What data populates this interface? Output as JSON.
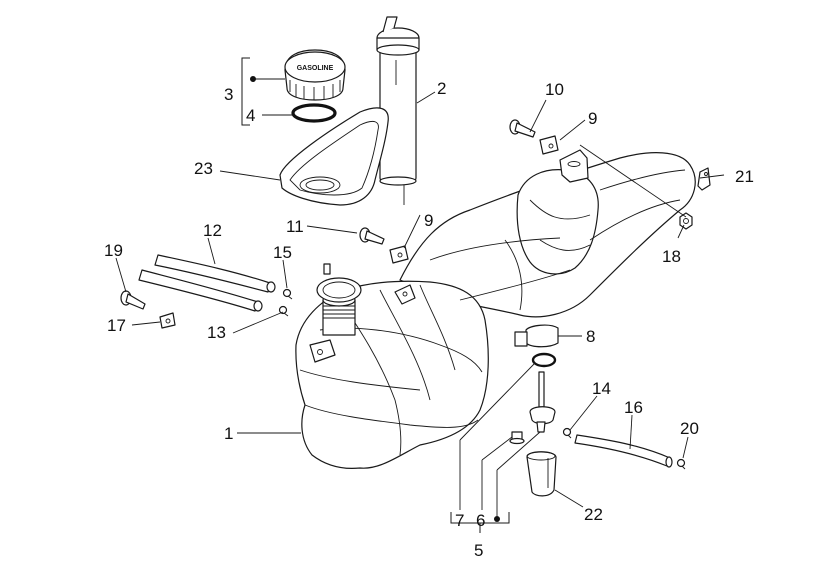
{
  "diagram": {
    "title": "Fuel tank exploded parts diagram",
    "cap_text": "GASOLINE",
    "callouts": [
      {
        "id": "c1",
        "label": "1",
        "part": "fuel-tank"
      },
      {
        "id": "c2",
        "label": "2",
        "part": "filler-tube"
      },
      {
        "id": "c3",
        "label": "3",
        "part": "fuel-cap-assembly"
      },
      {
        "id": "c4",
        "label": "4",
        "part": "cap-seal-ring"
      },
      {
        "id": "c5",
        "label": "5",
        "part": "fuel-tap-assembly"
      },
      {
        "id": "c6",
        "label": "6",
        "part": "fuel-filter-plug"
      },
      {
        "id": "c7",
        "label": "7",
        "part": "tap-o-ring"
      },
      {
        "id": "c8",
        "label": "8",
        "part": "hose-clamp"
      },
      {
        "id": "c9a",
        "label": "9",
        "part": "clip-nut-rear"
      },
      {
        "id": "c9b",
        "label": "9",
        "part": "clip-nut-front"
      },
      {
        "id": "c10",
        "label": "10",
        "part": "screw-rear"
      },
      {
        "id": "c11",
        "label": "11",
        "part": "screw-front"
      },
      {
        "id": "c12",
        "label": "12",
        "part": "breather-hoses"
      },
      {
        "id": "c13",
        "label": "13",
        "part": "hose-clip-lower"
      },
      {
        "id": "c14",
        "label": "14",
        "part": "hose-clip-tap"
      },
      {
        "id": "c15",
        "label": "15",
        "part": "hose-clip-upper"
      },
      {
        "id": "c16",
        "label": "16",
        "part": "fuel-hose"
      },
      {
        "id": "c17",
        "label": "17",
        "part": "clip-nut-left"
      },
      {
        "id": "c18",
        "label": "18",
        "part": "nut"
      },
      {
        "id": "c19",
        "label": "19",
        "part": "screw-left"
      },
      {
        "id": "c20",
        "label": "20",
        "part": "hose-clip-end"
      },
      {
        "id": "c21",
        "label": "21",
        "part": "bracket"
      },
      {
        "id": "c22",
        "label": "22",
        "part": "tap-holder"
      },
      {
        "id": "c23",
        "label": "23",
        "part": "filler-tray"
      }
    ]
  }
}
